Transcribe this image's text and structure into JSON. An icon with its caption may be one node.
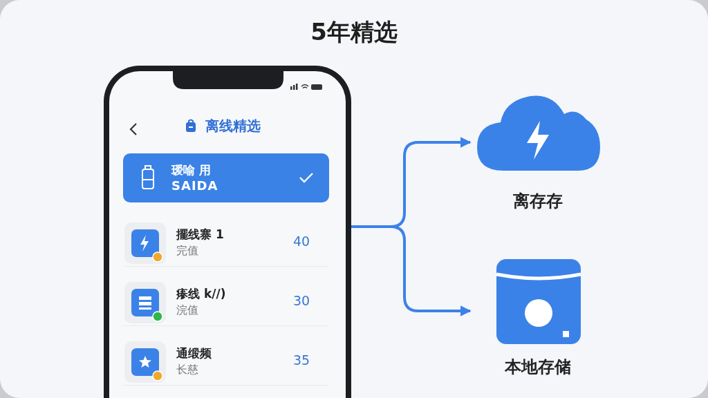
{
  "diagram": {
    "title": "5年精选",
    "nodes": [
      {
        "text": [
          "离线精选"
        ]
      },
      {
        "text": [
          "瑷喻 用",
          "SAIDA"
        ],
        "in": 0
      },
      {
        "text": [
          "擺线寨 1",
          "完值",
          "40"
        ],
        "in": 0
      },
      {
        "text": [
          "瘆线 k//)",
          "浣值",
          "30"
        ],
        "in": 0
      },
      {
        "text": [
          "通缎频",
          "长慈",
          "35"
        ],
        "in": 0
      },
      {
        "text": [
          "离存存"
        ]
      },
      {
        "text": [
          "本地存储"
        ]
      }
    ],
    "edges": [
      {
        "from": 0,
        "to": 5,
        "arrow": "to"
      },
      {
        "from": 0,
        "to": 6,
        "arrow": "to"
      }
    ]
  }
}
